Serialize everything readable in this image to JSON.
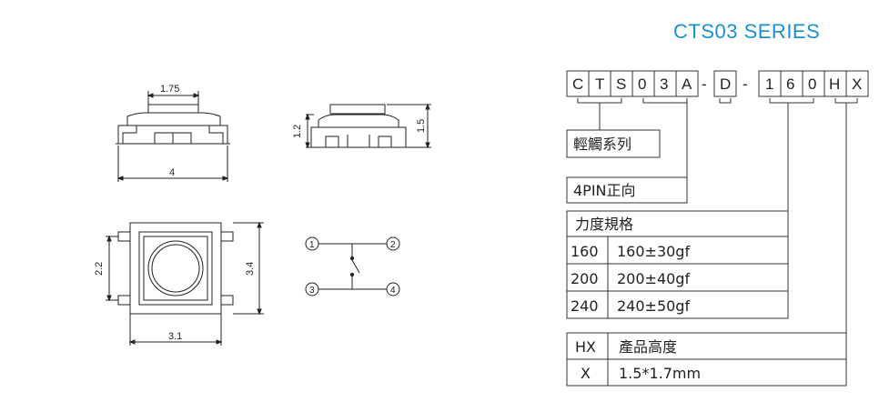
{
  "series_title": "CTS03  SERIES",
  "drawings": {
    "side_view": {
      "top_width": "1.75",
      "base_width": "4"
    },
    "front_view": {
      "body_height": "1.2",
      "total_height": "1.5"
    },
    "top_view": {
      "pad_spacing": "2.2",
      "body_length": "3.4",
      "body_width": "3.1"
    },
    "schematic": {
      "pins": [
        "1",
        "2",
        "3",
        "4"
      ]
    }
  },
  "part_code": {
    "chars": [
      "C",
      "T",
      "S",
      "0",
      "3",
      "A",
      "-",
      "D",
      "-",
      "1",
      "6",
      "0",
      "H",
      "X"
    ]
  },
  "spec_boxes": {
    "series_label": "輕觸系列",
    "pin_label": "4PIN正向",
    "force": {
      "header": "力度規格",
      "rows": [
        {
          "code": "160",
          "value": "160±30gf"
        },
        {
          "code": "200",
          "value": "200±40gf"
        },
        {
          "code": "240",
          "value": "240±50gf"
        }
      ]
    },
    "height": {
      "rows": [
        {
          "code": "HX",
          "value": "產品高度"
        },
        {
          "code": "X",
          "value": "1.5*1.7mm"
        }
      ]
    }
  }
}
